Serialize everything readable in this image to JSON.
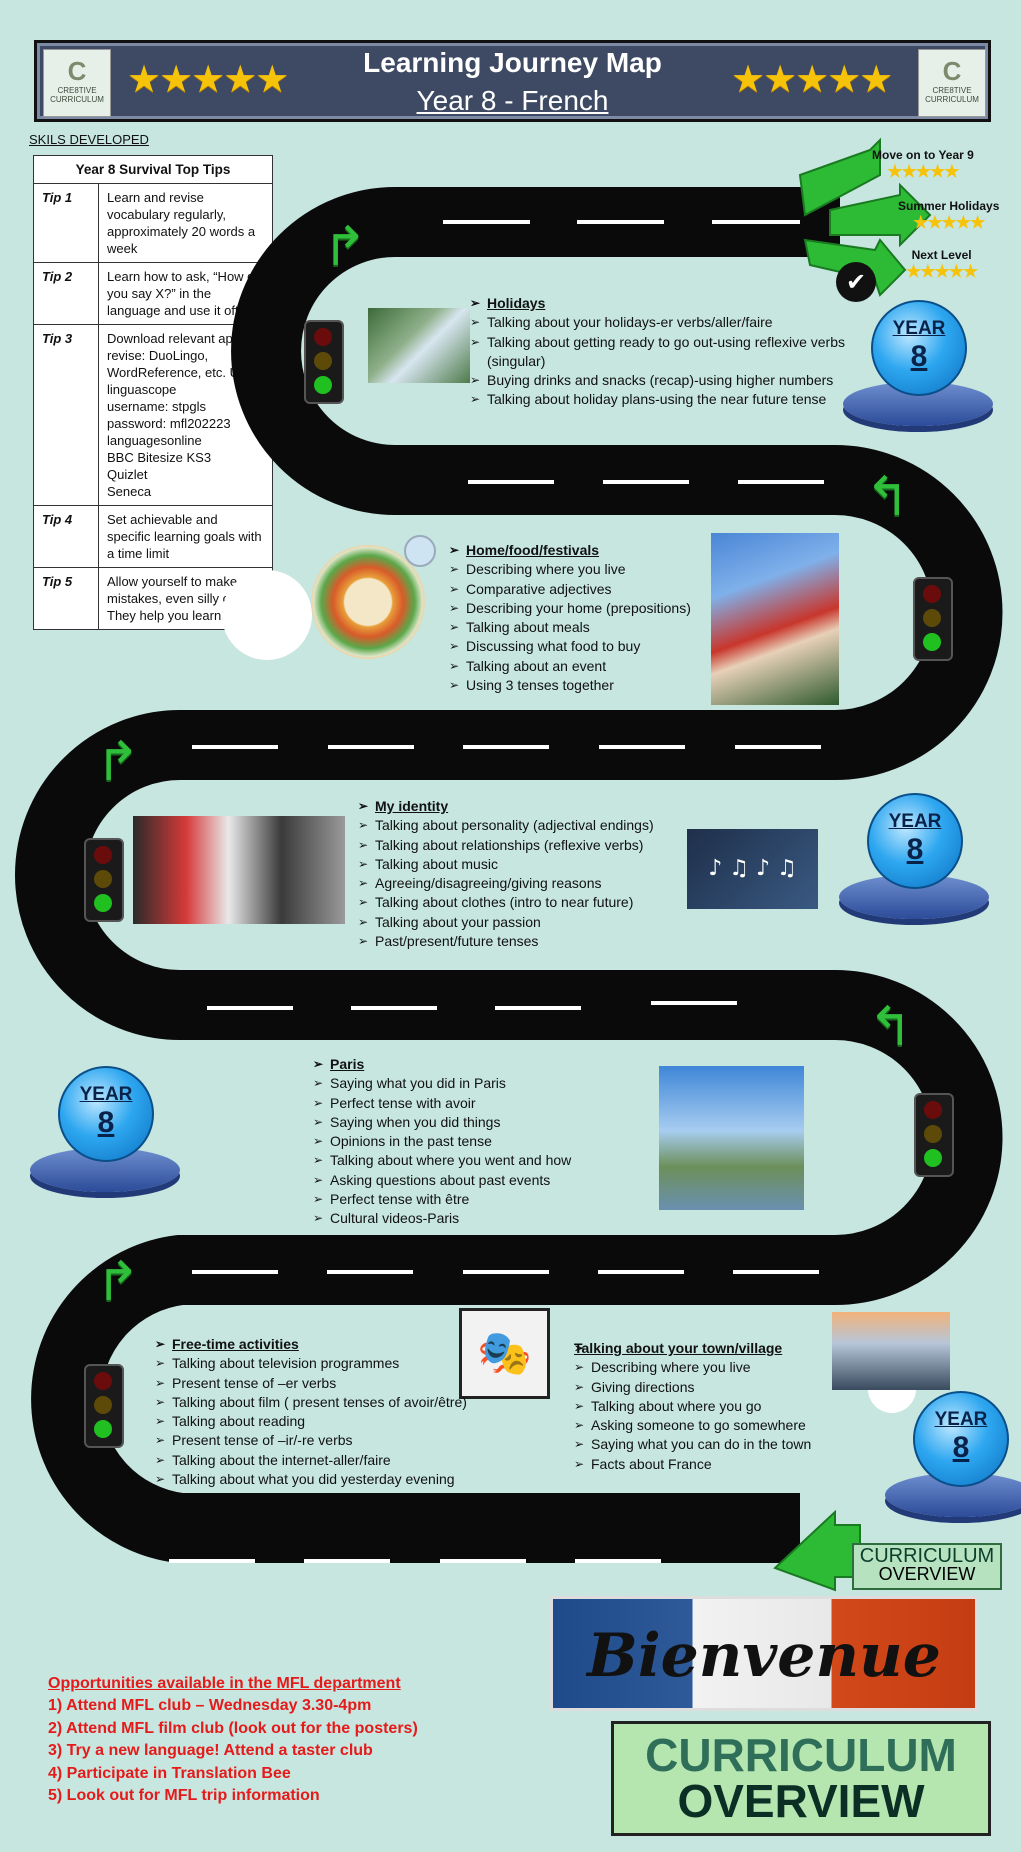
{
  "header": {
    "title": "Learning Journey Map",
    "subtitle": "Year 8 - French",
    "logo_text": "CRE8TIVE CURRICULUM",
    "stars": "★★★★★"
  },
  "skills_heading": "SKILS DEVELOPED",
  "tips": {
    "heading": "Year 8 Survival Top Tips",
    "rows": [
      {
        "label": "Tip 1",
        "text": "Learn and revise vocabulary regularly, approximately 20 words a week"
      },
      {
        "label": "Tip 2",
        "text": "Learn how to ask, “How do you say X?” in the language and use it often"
      },
      {
        "label": "Tip 3",
        "lines": [
          "Download relevant apps to revise: DuoLingo, WordReference, etc. Use",
          "linguascope",
          "username: stpgls",
          "password: mfl202223",
          "languagesonline",
          "BBC Bitesize KS3",
          "Quizlet",
          "Seneca"
        ]
      },
      {
        "label": "Tip 4",
        "text": "Set achievable and specific learning goals with a time limit"
      },
      {
        "label": "Tip 5",
        "text": "Allow yourself to make mistakes, even silly ones. They help you learn!"
      }
    ]
  },
  "goals": {
    "move_on": "Move on to Year 9",
    "summer": "Summer Holidays",
    "next": "Next Level",
    "stars": "★★★★★"
  },
  "year_badge": {
    "label": "YEAR",
    "number": "8"
  },
  "units": {
    "holidays": {
      "title": "Holidays",
      "items": [
        "Talking about your holidays-er verbs/aller/faire",
        "Talking about getting ready to go out-using reflexive verbs (singular)",
        "Buying drinks and snacks (recap)-using higher numbers",
        "Talking about holiday plans-using the near future tense"
      ]
    },
    "home": {
      "title": "Home/food/festivals",
      "items": [
        "Describing where you live",
        "Comparative adjectives",
        "Describing your home (prepositions)",
        "Talking about meals",
        "Discussing what food to buy",
        "Talking about an event",
        "Using 3 tenses together"
      ]
    },
    "identity": {
      "title": "My identity",
      "items": [
        "Talking about personality (adjectival endings)",
        "Talking about relationships (reflexive verbs)",
        "Talking about music",
        "Agreeing/disagreeing/giving reasons",
        "Talking about clothes (intro to near future)",
        "Talking about your passion",
        "Past/present/future tenses"
      ]
    },
    "paris": {
      "title": "Paris",
      "items": [
        "Saying what you did in Paris",
        "Perfect tense with avoir",
        "Saying when you did things",
        "Opinions in the past tense",
        "Talking about where you went and how",
        "Asking questions about past events",
        "Perfect tense with être",
        "Cultural videos-Paris"
      ]
    },
    "freetime": {
      "title": "Free-time activities",
      "items": [
        "Talking about television programmes",
        "Present tense of –er verbs",
        "Talking about film ( present tenses of avoir/être)",
        "Talking about reading",
        "Present tense of –ir/-re verbs",
        "Talking about the internet-aller/faire",
        "Talking about what you did yesterday evening"
      ]
    },
    "town": {
      "title": "Talking about your town/village",
      "items": [
        "Describing where you live",
        "Giving directions",
        "Talking about where you go",
        "Asking someone to go somewhere",
        "Saying what you can do in the town",
        "Facts about France"
      ]
    }
  },
  "opportunities": {
    "title": "Opportunities available in the MFL department",
    "items": [
      "1) Attend MFL club – Wednesday 3.30-4pm",
      "2) Attend MFL film club (look out for the posters)",
      "3) Try a new language! Attend a taster club",
      "4) Participate in Translation Bee",
      "5) Look out for MFL trip information"
    ]
  },
  "curriculum_overview": {
    "line1": "CURRICULUM",
    "line2": "OVERVIEW"
  },
  "bienvenue": "Bienvenue"
}
